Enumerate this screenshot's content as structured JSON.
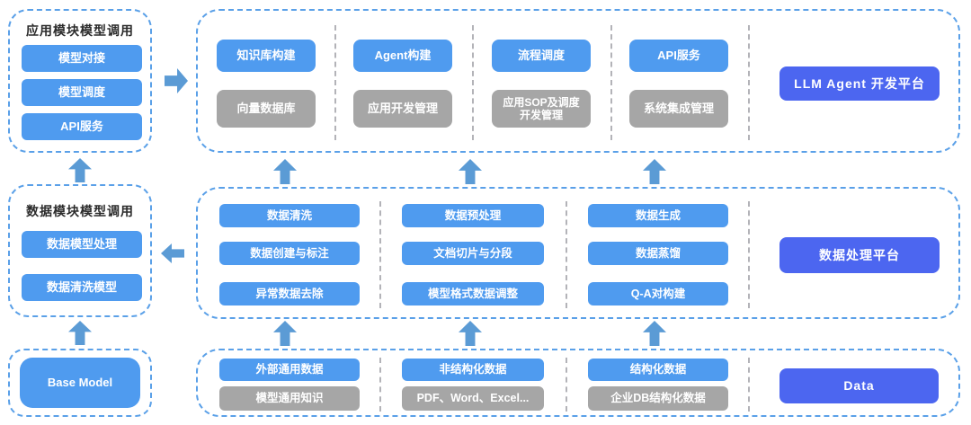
{
  "colors": {
    "node_blue": "#4f9bef",
    "platform_blue": "#4c66f0",
    "node_gray": "#a6a6a6",
    "dashed_border_blue": "#5aa0e8",
    "arrow_blue": "#5b9bd5",
    "separator_gray": "#b3b3b8",
    "title_text": "#2b2b2b"
  },
  "left": {
    "app_module": {
      "title": "应用模块模型调用",
      "items": [
        "模型对接",
        "模型调度",
        "API服务"
      ]
    },
    "data_module": {
      "title": "数据模块模型调用",
      "items": [
        "数据模型处理",
        "数据清洗模型"
      ]
    },
    "base_model": {
      "label": "Base Model"
    }
  },
  "app_layer": {
    "columns": [
      {
        "blue": "知识库构建",
        "gray": "向量数据库"
      },
      {
        "blue": "Agent构建",
        "gray": "应用开发管理"
      },
      {
        "blue": "流程调度",
        "gray": "应用SOP及调度\n开发管理"
      },
      {
        "blue": "API服务",
        "gray": "系统集成管理"
      }
    ],
    "platform": "LLM Agent 开发平台"
  },
  "data_layer": {
    "columns": [
      {
        "items": [
          "数据清洗",
          "数据创建与标注",
          "异常数据去除"
        ]
      },
      {
        "items": [
          "数据预处理",
          "文档切片与分段",
          "模型格式数据调整"
        ]
      },
      {
        "items": [
          "数据生成",
          "数据蒸馏",
          "Q-A对构建"
        ]
      }
    ],
    "platform": "数据处理平台"
  },
  "source_layer": {
    "columns": [
      {
        "blue": "外部通用数据",
        "gray": "模型通用知识"
      },
      {
        "blue": "非结构化数据",
        "gray": "PDF、Word、Excel..."
      },
      {
        "blue": "结构化数据",
        "gray": "企业DB结构化数据"
      }
    ],
    "platform": "Data"
  }
}
